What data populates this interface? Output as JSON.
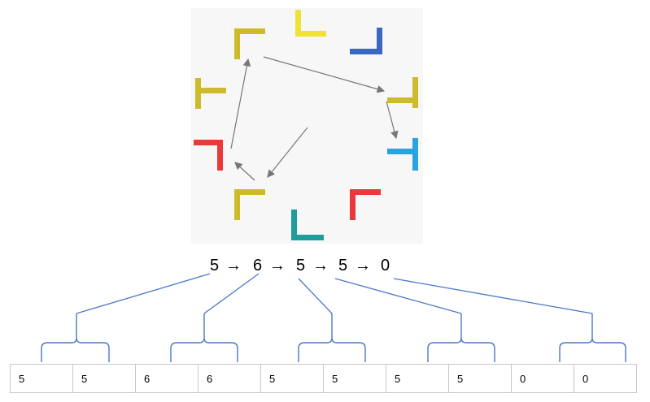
{
  "colors": {
    "yellow": "#cdbb2c",
    "bright_yellow": "#f0e232",
    "blue": "#3a68c0",
    "light_blue": "#2aa3e0",
    "red": "#e83a3a",
    "teal": "#1e9e9a",
    "arrow": "#777777",
    "bracket": "#4a78c8",
    "panel_background": "#f7f7f7"
  },
  "shapes": [
    {
      "name": "tile-0",
      "color": "#f0e232",
      "icon": "upside-down-t-shape"
    },
    {
      "name": "tile-1",
      "color": "#3a68c0",
      "icon": "corner-shape"
    },
    {
      "name": "tile-2",
      "color": "#cdbb2c",
      "icon": "t-shape"
    },
    {
      "name": "tile-3",
      "color": "#2aa3e0",
      "icon": "t-shape"
    },
    {
      "name": "tile-4",
      "color": "#e83a3a",
      "icon": "corner-shape"
    },
    {
      "name": "tile-5",
      "color": "#1e9e9a",
      "icon": "corner-shape"
    },
    {
      "name": "tile-6",
      "color": "#cdbb2c",
      "icon": "corner-shape"
    },
    {
      "name": "tile-7",
      "color": "#e83a3a",
      "icon": "t-shape"
    },
    {
      "name": "tile-8",
      "color": "#cdbb2c",
      "icon": "t-shape"
    },
    {
      "name": "tile-9",
      "color": "#cdbb2c",
      "icon": "corner-shape"
    }
  ],
  "sequence": {
    "tokens": [
      "5",
      "→",
      "6",
      "→",
      "5",
      "→",
      "5",
      "→",
      "0"
    ]
  },
  "cells": [
    "5",
    "5",
    "6",
    "6",
    "5",
    "5",
    "5",
    "5",
    "0",
    "0"
  ]
}
